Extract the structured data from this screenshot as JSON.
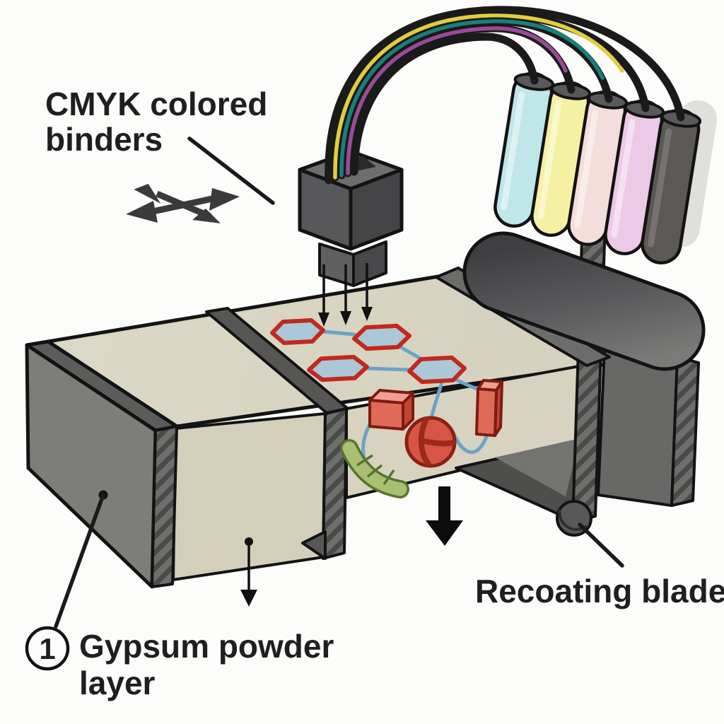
{
  "figure": {
    "background_color": "#fcfcfa",
    "labels": {
      "cmyk_line1": "CMYK colored",
      "cmyk_line2": "binders",
      "recoating_blade": "Recoating blade",
      "gypsum_number": "1",
      "gypsum_line1": "Gypsum powder",
      "gypsum_line2": "layer"
    },
    "icons": {
      "xy_motion": "four-way-motion-arrows",
      "binder_jets": "three-down-arrows",
      "bed_lowering": "bold-down-arrow",
      "layer_down": "dot-down-arrow"
    },
    "colors": {
      "text_ink": "#1f1f1f",
      "outline": "#131313",
      "powder_top": "#d9d5c3",
      "powder_front": "#d3cfbb",
      "wall_face": "#7d7d7a",
      "wall_top_band": "#5c5c5a",
      "hatch_base": "#6e6e6c",
      "hatch_stripe": "#4a4a48",
      "recoater_band": "#6c6c6a",
      "recoater_body": "#686866",
      "recoater_dark": "#4e4e4c",
      "recoater_light": "#73736f",
      "hexagon_fill": "#abc8d9",
      "hexagon_stroke": "#c02a1e",
      "object_path_blue": "#6ba4c8",
      "shape_red_front": "#e06a58",
      "shape_red_top": "#efa091",
      "shape_red_side": "#c24534",
      "shape_red_outline": "#7e1b10",
      "sphere_red": "#d85545",
      "sphere_line": "#9c2a1a",
      "green_band": "#a9c072",
      "green_band_line": "#55752c",
      "tube_black": "#1a1a1a",
      "tube_yellow": "#e3cd40",
      "tube_teal": "#18807a",
      "tube_purple": "#9a4a97",
      "cartridge_cap": "#59595b",
      "print_head_top": "#6e6e6e",
      "print_head_left": "#58585a",
      "print_head_right": "#454547"
    },
    "cartridges": [
      {
        "name": "cyan",
        "color": "#bfe6e8"
      },
      {
        "name": "yellow",
        "color": "#f5f1a3"
      },
      {
        "name": "light-magenta",
        "color": "#f3dedb"
      },
      {
        "name": "magenta",
        "color": "#ecc9e7"
      },
      {
        "name": "black",
        "color": "#5b5856"
      }
    ]
  }
}
